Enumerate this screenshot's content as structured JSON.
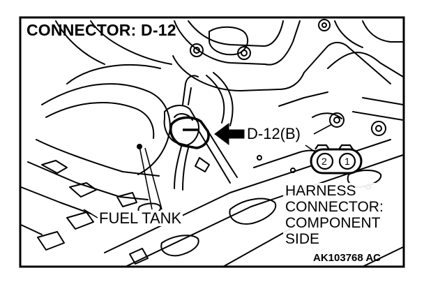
{
  "title": "CONNECTOR: D-12",
  "callouts": {
    "connector": "D-12(B)",
    "fuel_tank": "FUEL TANK"
  },
  "harness_connector": {
    "lines": [
      "HARNESS",
      "CONNECTOR:",
      "COMPONENT",
      "SIDE"
    ],
    "pins": [
      "2",
      "1"
    ]
  },
  "figure_code": "AK103768 AC"
}
